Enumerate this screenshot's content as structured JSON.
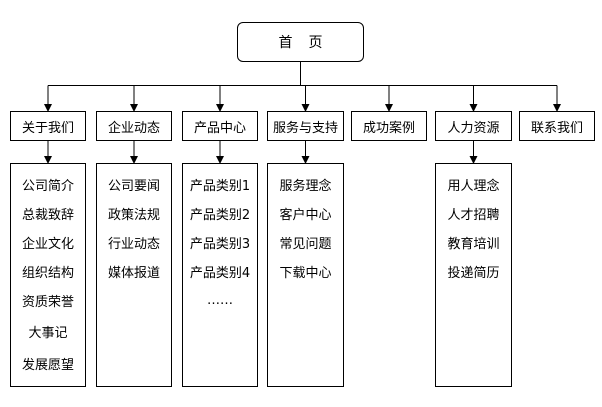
{
  "root": {
    "label": "首页"
  },
  "colors": {
    "line": "#000000",
    "box_border": "#000000",
    "background": "#ffffff"
  },
  "categories": [
    {
      "label": "关于我们",
      "items": [
        "公司简介",
        "总裁致辞",
        "企业文化",
        "组织结构",
        "资质荣誉",
        "大事记",
        "发展愿望"
      ]
    },
    {
      "label": "企业动态",
      "items": [
        "公司要闻",
        "政策法规",
        "行业动态",
        "媒体报道"
      ]
    },
    {
      "label": "产品中心",
      "items": [
        "产品类别1",
        "产品类别2",
        "产品类别3",
        "产品类别4",
        "……"
      ]
    },
    {
      "label": "服务与支持",
      "items": [
        "服务理念",
        "客户中心",
        "常见问题",
        "下载中心"
      ]
    },
    {
      "label": "成功案例",
      "items": []
    },
    {
      "label": "人力资源",
      "items": [
        "用人理念",
        "人才招聘",
        "教育培训",
        "投递简历"
      ]
    },
    {
      "label": "联系我们",
      "items": []
    }
  ]
}
